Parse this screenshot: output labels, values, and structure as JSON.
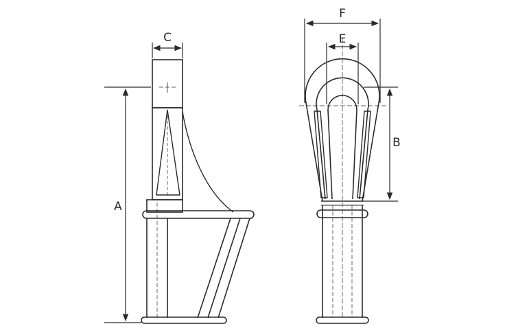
{
  "labels": {
    "A": "A",
    "B": "B",
    "C": "C",
    "E": "E",
    "F": "F"
  },
  "colors": {
    "stroke": "#2a2a2a",
    "background": "#ffffff"
  }
}
